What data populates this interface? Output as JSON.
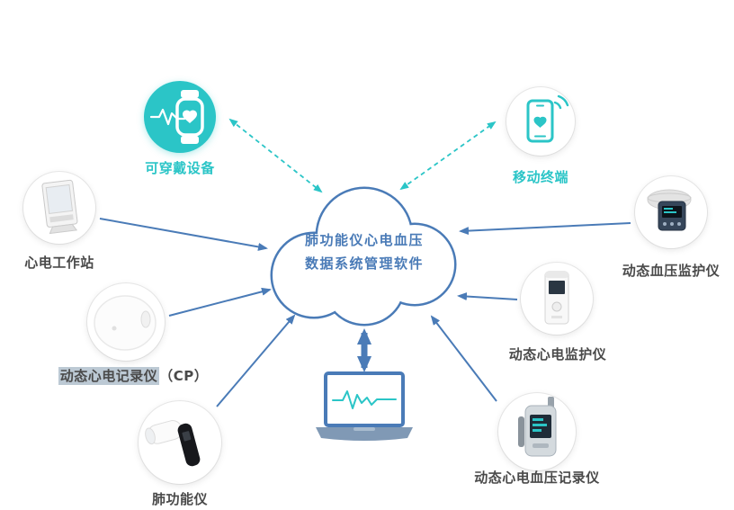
{
  "colors": {
    "teal": "#2bc5c7",
    "blue": "#4a7bb7",
    "dark_text": "#4a4a4a",
    "highlight": "#bcc9d4"
  },
  "cloud": {
    "line1": "肺功能仪心电血压",
    "line2": "数据系统管理软件"
  },
  "nodes": {
    "wearable": {
      "label": "可穿戴设备"
    },
    "mobile": {
      "label": "移动终端"
    },
    "ecg_workstation": {
      "label": "心电工作站"
    },
    "bp_monitor": {
      "label": "动态血压监护仪"
    },
    "ecg_monitor": {
      "label": "动态心电监护仪"
    },
    "ecg_recorder": {
      "label": "动态心电记录仪",
      "suffix": "（CP）"
    },
    "spirometer": {
      "label": "肺功能仪"
    },
    "ecg_bp_recorder": {
      "label": "动态心电血压记录仪"
    }
  },
  "icons": {
    "wearable": "smartwatch-icon",
    "mobile": "smartphone-icon",
    "center": "cloud-shape",
    "bottom": "laptop-icon"
  }
}
